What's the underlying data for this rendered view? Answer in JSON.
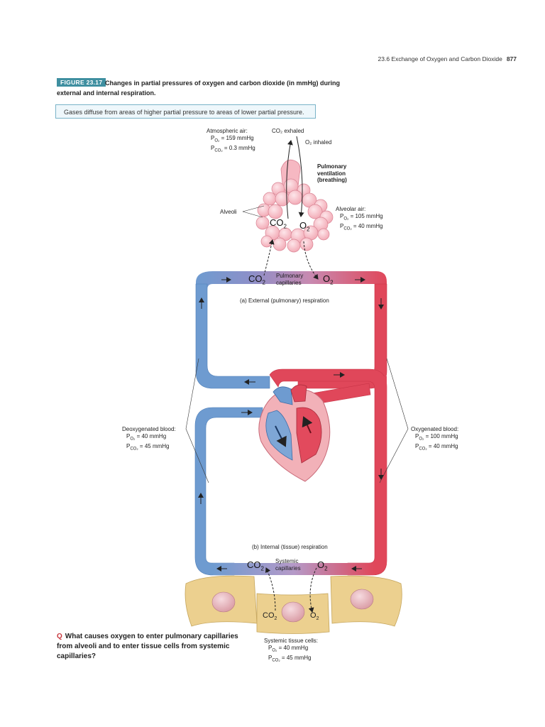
{
  "header": {
    "section": "23.6  Exchange of Oxygen and Carbon Dioxide",
    "page": "877"
  },
  "figure": {
    "label": "FIGURE 23.17",
    "title": "Changes in partial pressures of oxygen and carbon dioxide (in mmHg) during external and internal respiration.",
    "note": "Gases diffuse from areas of higher partial pressure to areas of lower partial pressure."
  },
  "atmospheric": {
    "label": "Atmospheric air:",
    "po2": "= 159 mmHg",
    "pco2": "= 0.3 mmHg"
  },
  "co2_exhaled": "CO₂ exhaled",
  "o2_inhaled": "O₂ inhaled",
  "pulmonary_ventilation": [
    "Pulmonary",
    "ventilation",
    "(breathing)"
  ],
  "alveoli": "Alveoli",
  "alveolar": {
    "label": "Alveolar air:",
    "po2": "= 105 mmHg",
    "pco2": "= 40 mmHg"
  },
  "gases": {
    "co2": "CO",
    "o2": "O",
    "sub": "2"
  },
  "pulmonary_capillaries": [
    "Pulmonary",
    "capillaries"
  ],
  "external_resp": "(a) External (pulmonary) respiration",
  "deoxygenated": {
    "label": "Deoxygenated blood:",
    "po2": "= 40 mmHg",
    "pco2": "= 45 mmHg"
  },
  "oxygenated": {
    "label": "Oxygenated blood:",
    "po2": "= 100 mmHg",
    "pco2": "= 40 mmHg"
  },
  "internal_resp": "(b) Internal (tissue) respiration",
  "systemic_capillaries": [
    "Systemic",
    "capillaries"
  ],
  "tissue": {
    "label": "Systemic tissue cells:",
    "po2": "= 40 mmHg",
    "pco2": "= 45 mmHg"
  },
  "p_letter": "P",
  "o2_sub": "O₂",
  "co2_sub": "CO₂",
  "question": {
    "mark": "Q",
    "text": "What causes oxygen to enter pulmonary capillaries from alveoli and to enter tissue cells from systemic capillaries?"
  },
  "colors": {
    "vein_blue": "#6e9bd0",
    "artery_red": "#e0475a",
    "alveoli_pink": "#f6b8c2",
    "tissue_tan": "#ecd08f",
    "accent_teal": "#3f8fa0"
  }
}
